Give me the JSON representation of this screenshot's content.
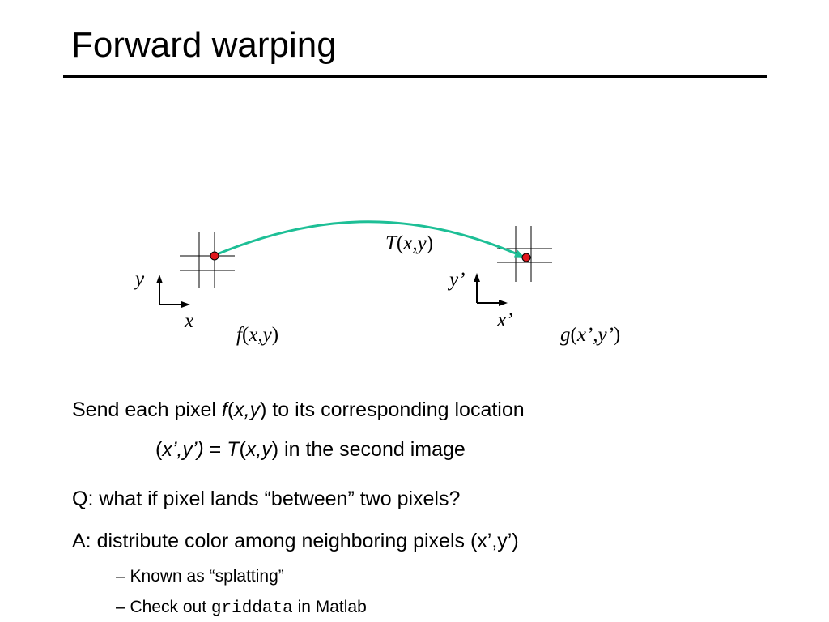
{
  "slide": {
    "title": "Forward warping"
  },
  "diagram": {
    "transform_fn": "T",
    "transform_args": "x,y",
    "src_axis_y": "y",
    "src_axis_x": "x",
    "src_fn": "f",
    "src_args": "x,y",
    "dst_axis_y": "y’",
    "dst_axis_x": "x’",
    "dst_fn": "g",
    "dst_args": "x’,y’",
    "paren_open": "(",
    "paren_close": ")",
    "arrow_color": "#1dbf96",
    "dot_color": "#e0191e"
  },
  "body": {
    "line1_a": "Send each pixel ",
    "line1_f": "f",
    "line1_paren_open": "(",
    "line1_xy": "x,y",
    "line1_b": ") to its corresponding location",
    "line2_open": "(",
    "line2_xpyp": "x’,y’)",
    "line2_eq": " = ",
    "line2_T": "T",
    "line2_paren": "(",
    "line2_xy": "x,y",
    "line2_b": ") in the second image",
    "q": "Q:  what if pixel lands “between” two pixels?",
    "a": "A:  distribute color among neighboring pixels (x’,y’)",
    "sub1": "–  Known as “splatting”",
    "sub2_a": "–  Check out ",
    "sub2_code": "griddata",
    "sub2_b": " in Matlab"
  }
}
